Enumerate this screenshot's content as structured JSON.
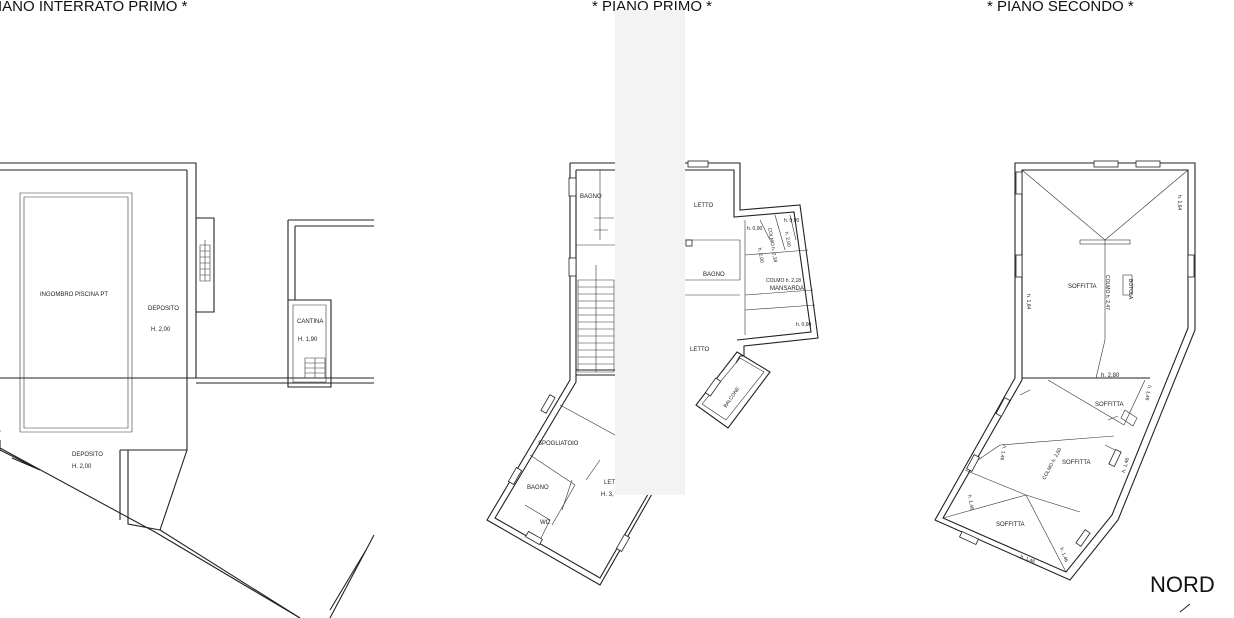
{
  "titles": {
    "interrato": "IANO INTERRATO PRIMO *",
    "primo": "* PIANO PRIMO *",
    "secondo": "* PIANO SECONDO *"
  },
  "interrato": {
    "piscina": "INGOMBRO PISCINA PT",
    "deposito1": "DEPOSITO",
    "deposito1_h": "H. 2,00",
    "deposito2": "DEPOSITO",
    "deposito2_h": "H. 2,00",
    "cantina": "CANTINA",
    "cantina_h": "H. 1,90"
  },
  "primo": {
    "bagno_top": "BAGNO",
    "letto_top": "LETTO",
    "bagno_mid": "BAGNO",
    "mansarda": "MANSARDA",
    "colmo1": "COLMO h. 2,18",
    "colmo2": "h. 2,00",
    "colmo3": "h. 2,00",
    "h_a": "h. 0,90",
    "h_b": "h. 0,90",
    "colmo_small": "COLMO h. 2,18",
    "h_c": "h. 0,90",
    "letto_mid": "LETTO",
    "balcone": "BALCONE",
    "spogliatoio": "SPOGLIATOIO",
    "bagno_low": "BAGNO",
    "wc": "WC",
    "letto_low": "LET",
    "letto_low_h": "H. 3,"
  },
  "secondo": {
    "h164_top": "h. 1,64",
    "soffitta1": "SOFFITTA",
    "colmo": "COLMO h. 2,47",
    "botola": "BOTOLA",
    "h164_left": "h. 1,64",
    "h280": "h. 2,80",
    "soffitta2": "SOFFITTA",
    "h146_a": "h. 1,46",
    "colmo2": "COLMO h. 2,80",
    "soffitta3": "SOFFITTA",
    "h146_b": "h. 1,46",
    "h146_c": "h. 1,46",
    "h146_d": "h. 1,46",
    "soffitta4": "SOFFITTA",
    "h146_e": "h. 1,46",
    "h146_f": "h. 1,46"
  },
  "compass": "NORD"
}
